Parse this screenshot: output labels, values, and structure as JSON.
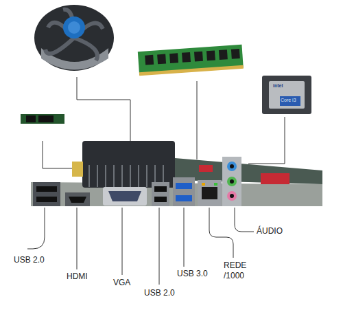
{
  "diagram": {
    "labels": [
      "intel",
      "Core i3",
      "USB 2.0",
      "HDMI",
      "VGA",
      "USB 2.0",
      "USB 3.0",
      "REDE /1000",
      "ÁUDIO"
    ]
  }
}
